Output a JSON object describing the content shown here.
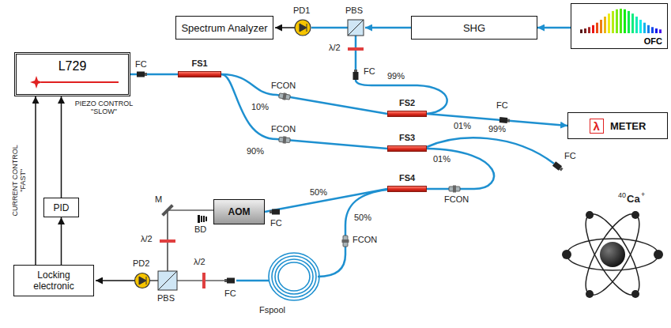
{
  "diagram": {
    "nodes": [
      {
        "text": [
          "Spectrum Analyzer"
        ]
      },
      {
        "text": [
          "SHG"
        ]
      },
      {
        "text": [
          "OFC"
        ]
      },
      {
        "text": [
          "L729"
        ]
      },
      {
        "text": [
          "FS1"
        ]
      },
      {
        "text": [
          "FS2"
        ]
      },
      {
        "text": [
          "λ",
          "METER"
        ]
      },
      {
        "text": [
          "FS3"
        ]
      },
      {
        "text": [
          "PID"
        ]
      },
      {
        "text": [
          "FS4"
        ]
      },
      {
        "text": [
          "AOM"
        ]
      },
      {
        "text": [
          "Locking electronic"
        ]
      }
    ],
    "edges": [
      {
        "from": 2,
        "to": 1,
        "arrow": "to"
      },
      {
        "from": 3,
        "to": 4,
        "arrow": "none"
      },
      {
        "from": 4,
        "to": 5,
        "arrow": "none"
      },
      {
        "from": 4,
        "to": 7,
        "arrow": "none"
      },
      {
        "from": 5,
        "to": 6,
        "arrow": "to"
      },
      {
        "from": 7,
        "to": 9,
        "arrow": "none"
      },
      {
        "from": 9,
        "to": 10,
        "arrow": "none"
      },
      {
        "from": 11,
        "to": 8,
        "arrow": "to"
      },
      {
        "from": 8,
        "to": 3,
        "arrow": "to"
      },
      {
        "from": 11,
        "to": 3,
        "arrow": "to"
      }
    ],
    "labels": [
      "PD1",
      "PBS",
      "λ/2",
      "FC",
      "99%",
      "FC",
      "FCON",
      "10%",
      "FCON",
      "90%",
      "FC",
      "01%",
      "99%",
      "FC",
      "01%",
      "FCON",
      "50%",
      "FC",
      "50%",
      "FCON",
      "M",
      "BD",
      "λ/2",
      "λ/2",
      "FC",
      "Fspool",
      "PBS",
      "PD2",
      "CURRENT CONTROL \"FAST\"",
      "PIEZO CONTROL \"SLOW\"",
      "40",
      "Ca",
      "+"
    ]
  }
}
